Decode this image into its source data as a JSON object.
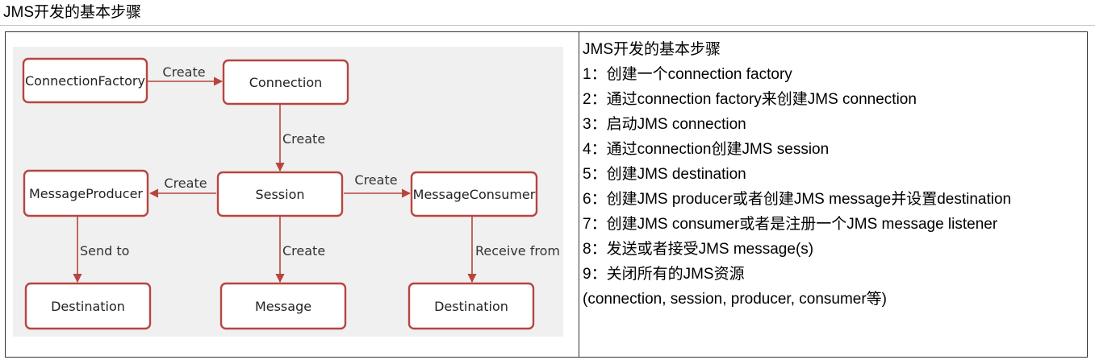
{
  "page": {
    "title": "JMS开发的基本步骤"
  },
  "diagram": {
    "nodes": {
      "connection_factory": "ConnectionFactory",
      "connection": "Connection",
      "session": "Session",
      "message_producer": "MessageProducer",
      "message_consumer": "MessageConsumer",
      "destination_left": "Destination",
      "message": "Message",
      "destination_right": "Destination"
    },
    "edges": {
      "factory_to_connection": "Create",
      "connection_to_session": "Create",
      "session_to_producer": "Create",
      "session_to_consumer": "Create",
      "session_to_message": "Create",
      "producer_to_destination": "Send to",
      "consumer_from_destination": "Receive from"
    },
    "colors": {
      "accent": "#b8443f",
      "background": "#f0f0f0"
    }
  },
  "steps": {
    "heading": "JMS开发的基本步骤",
    "items": [
      "1：创建一个connection factory",
      "2：通过connection factory来创建JMS connection",
      "3：启动JMS connection",
      "4：通过connection创建JMS session",
      "5：创建JMS destination",
      "6：创建JMS producer或者创建JMS message并设置destination",
      "7：创建JMS consumer或者是注册一个JMS message listener",
      "8：发送或者接受JMS message(s)",
      "9：关闭所有的JMS资源"
    ],
    "footer": "(connection, session, producer, consumer等)"
  }
}
